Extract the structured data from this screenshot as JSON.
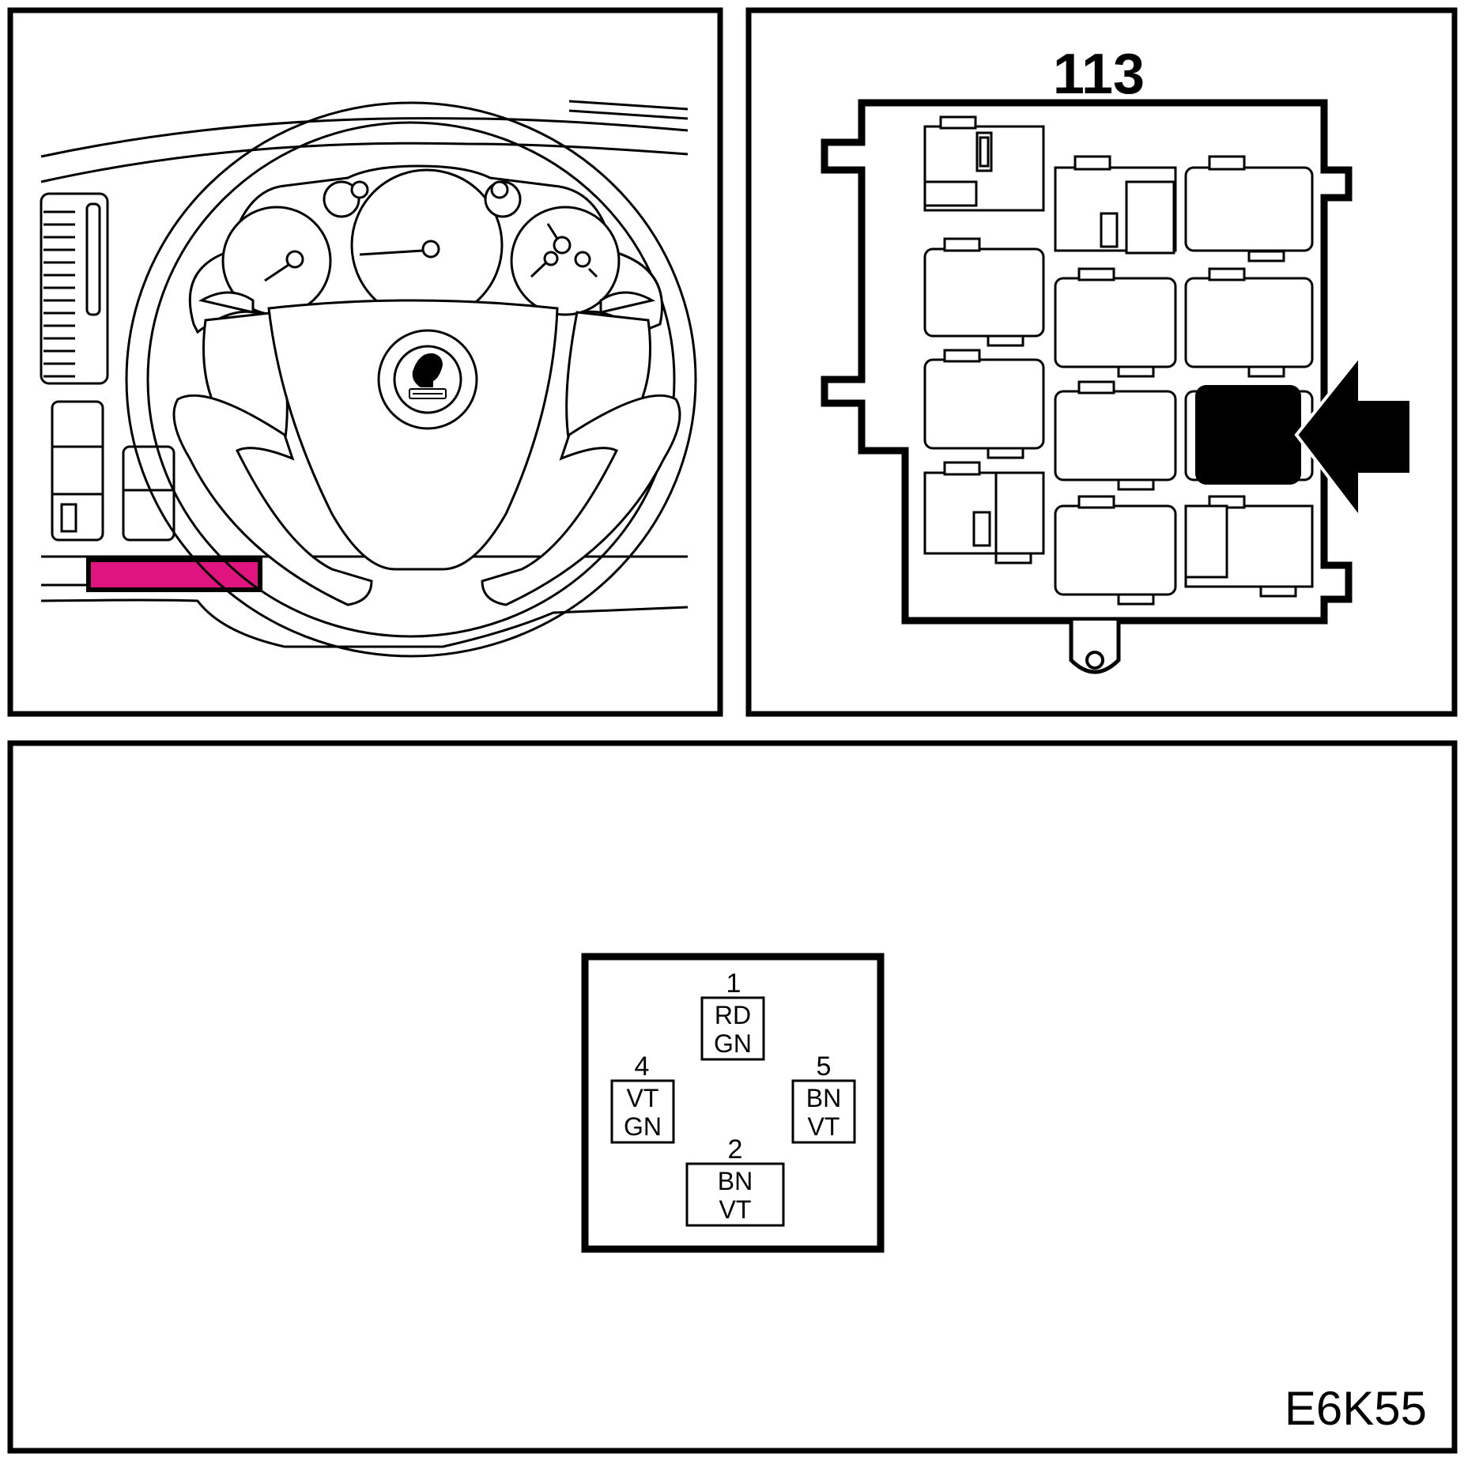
{
  "fuse_box": {
    "number": "113"
  },
  "connector": {
    "pins": [
      {
        "number": "1",
        "wires": [
          "RD",
          "GN"
        ]
      },
      {
        "number": "4",
        "wires": [
          "VT",
          "GN"
        ]
      },
      {
        "number": "5",
        "wires": [
          "BN",
          "VT"
        ]
      },
      {
        "number": "2",
        "wires": [
          "BN",
          "VT"
        ]
      }
    ]
  },
  "figure_code": "E6K55",
  "colors": {
    "highlight": "#e0147f",
    "line": "#000000",
    "background": "#ffffff"
  },
  "icons": {
    "steering_wheel": "steering-wheel-icon",
    "saab_logo": "saab-logo-icon",
    "arrow": "pointer-arrow-icon"
  }
}
